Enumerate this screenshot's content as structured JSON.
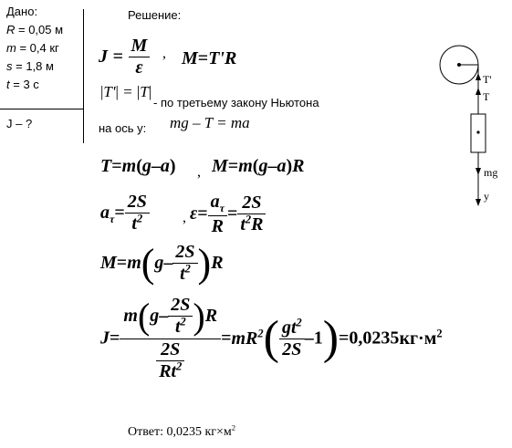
{
  "given": {
    "title": "Дано:",
    "R_sym": "R",
    "R_val": " = 0,05 м",
    "m_sym": "m",
    "m_val": " = 0,4 кг",
    "s_sym": "s",
    "s_val": " = 1,8 м",
    "t_sym": "t",
    "t_val": " = 3 с",
    "find": "J – ?"
  },
  "solution": {
    "title": "Решение:",
    "newton_note": "- по третьему закону Ньютона",
    "axis_label": "на ось y:",
    "axis_eq": "mg – T = ma",
    "answer": "Ответ: 0,0235 кг×м",
    "answer_sup": "2"
  },
  "figure": {
    "label_T_prime": "T'",
    "label_T": "T",
    "label_mg": "mg",
    "label_y": "y"
  },
  "formula_text": {
    "J": "J",
    "M": "M",
    "eps": "ε",
    "eq": "=",
    "comma": ",",
    "TpR": "T'R",
    "T": "T",
    "m": "m",
    "g": "g",
    "a": "a",
    "R": "R",
    "minus": "–",
    "two_S": "2S",
    "t": "t",
    "two": "2",
    "a_tau": "a",
    "tau": "τ",
    "g_t": "gt",
    "one": "1",
    "result": "0,0235",
    "unit": "кг·м",
    "unit_sup": "2",
    "Rt": "Rt"
  }
}
